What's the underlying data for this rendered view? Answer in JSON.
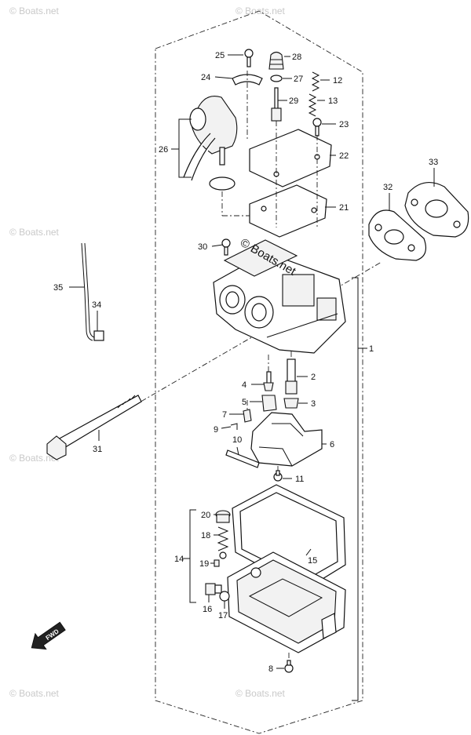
{
  "callouts": [
    "1",
    "2",
    "3",
    "4",
    "5",
    "6",
    "7",
    "8",
    "9",
    "10",
    "11",
    "12",
    "13",
    "14",
    "15",
    "16",
    "17",
    "18",
    "19",
    "20",
    "21",
    "22",
    "23",
    "24",
    "25",
    "26",
    "27",
    "28",
    "29",
    "30",
    "31",
    "32",
    "33",
    "34",
    "35"
  ],
  "copyright": "© Boats.net",
  "watermark": "© Boats.net",
  "fwd_label": "FWD"
}
